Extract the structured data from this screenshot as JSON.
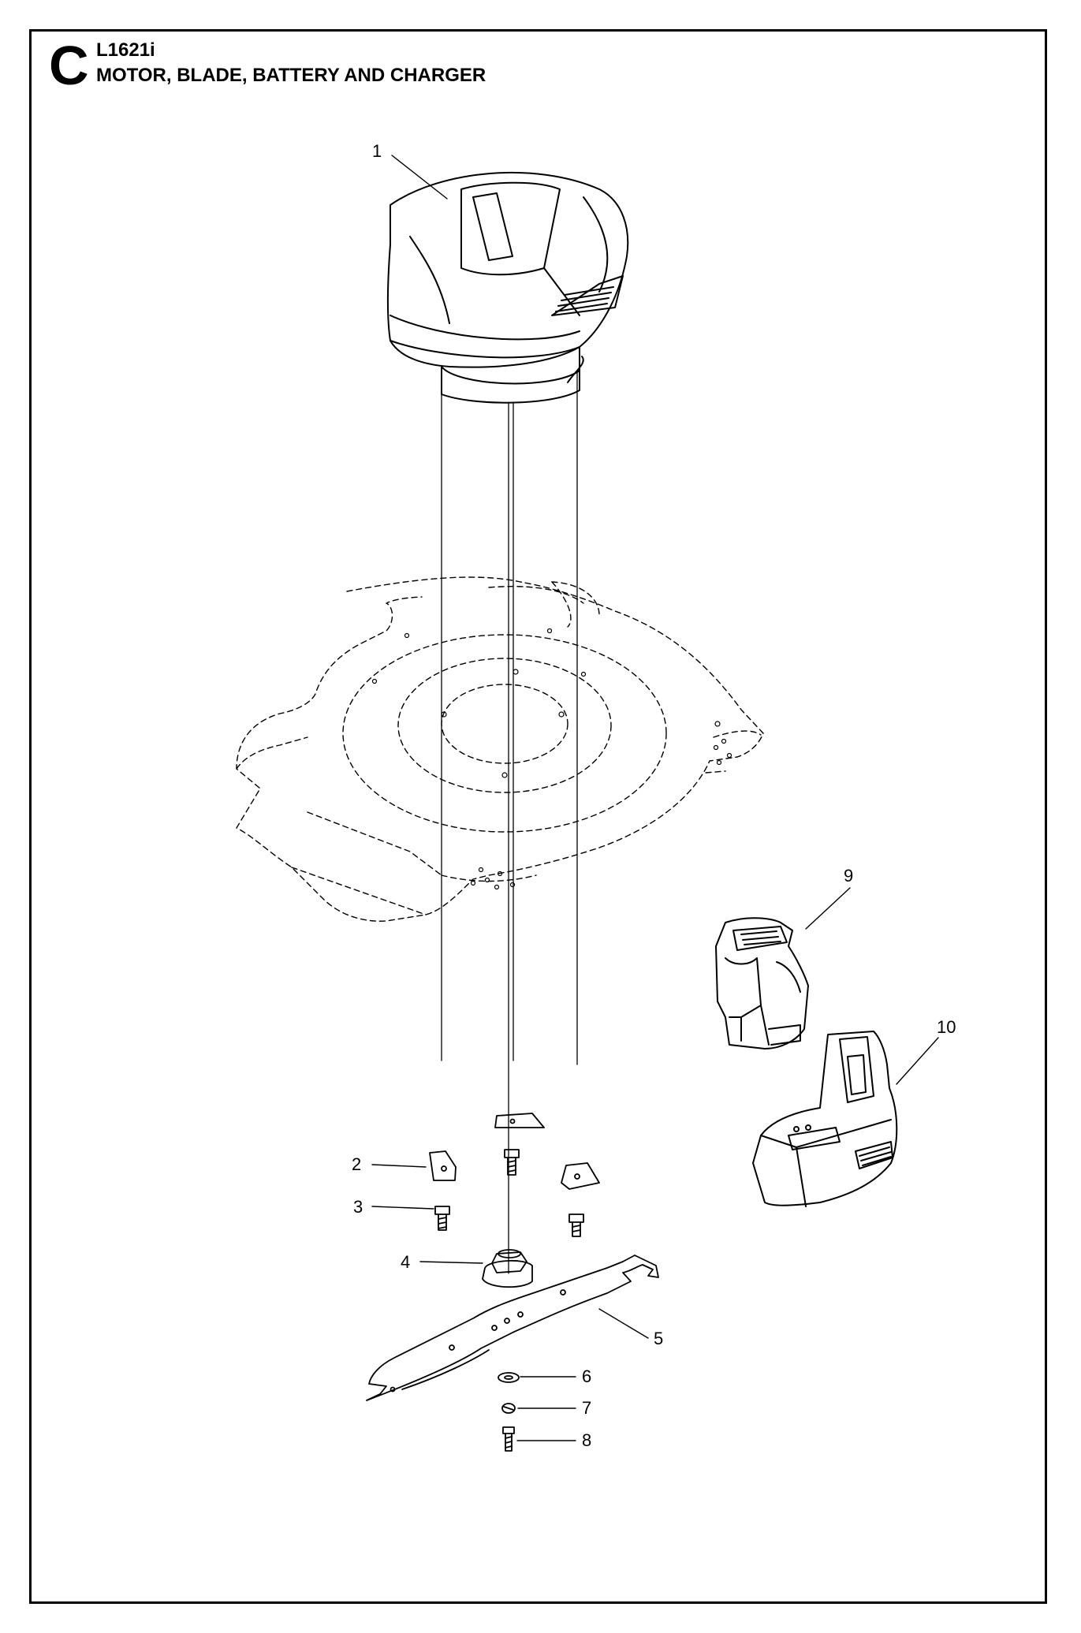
{
  "header": {
    "section_letter": "C",
    "model": "L1621i",
    "title": "MOTOR, BLADE, BATTERY AND CHARGER"
  },
  "callouts": [
    "1",
    "2",
    "3",
    "4",
    "5",
    "6",
    "7",
    "8",
    "9",
    "10"
  ]
}
